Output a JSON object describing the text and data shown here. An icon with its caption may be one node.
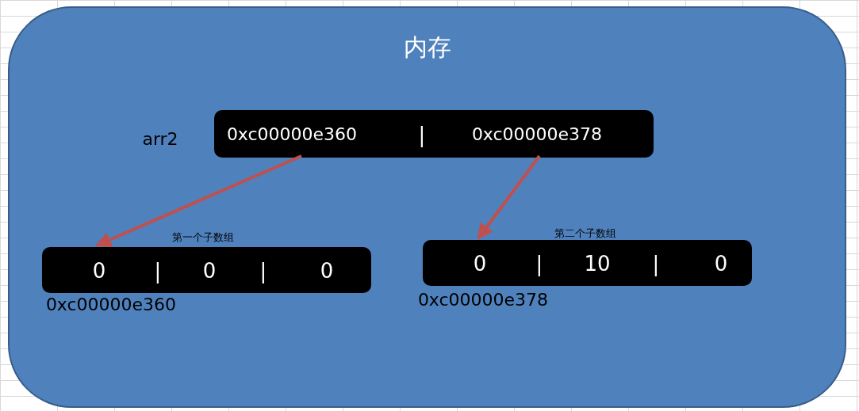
{
  "diagram": {
    "nodes": [
      {
        "text": [
          "内存"
        ]
      },
      {
        "text": [
          "0xc00000e360",
          "|",
          "0xc00000e378"
        ],
        "beside": [
          "arr2"
        ],
        "in": 0
      },
      {
        "text": [
          "0",
          "|",
          "0",
          "|",
          "0"
        ],
        "beside": [
          "第一个子数组",
          "0xc00000e360"
        ],
        "in": 0
      },
      {
        "text": [
          "0",
          "|",
          "10",
          "|",
          "0"
        ],
        "beside": [
          "第二个子数组",
          "0xc00000e378"
        ],
        "in": 0
      }
    ],
    "edges": [
      {
        "from": 1,
        "to": 2,
        "arrow": "to",
        "color": "#c0504d"
      },
      {
        "from": 1,
        "to": 3,
        "arrow": "to",
        "color": "#c0504d"
      }
    ]
  }
}
